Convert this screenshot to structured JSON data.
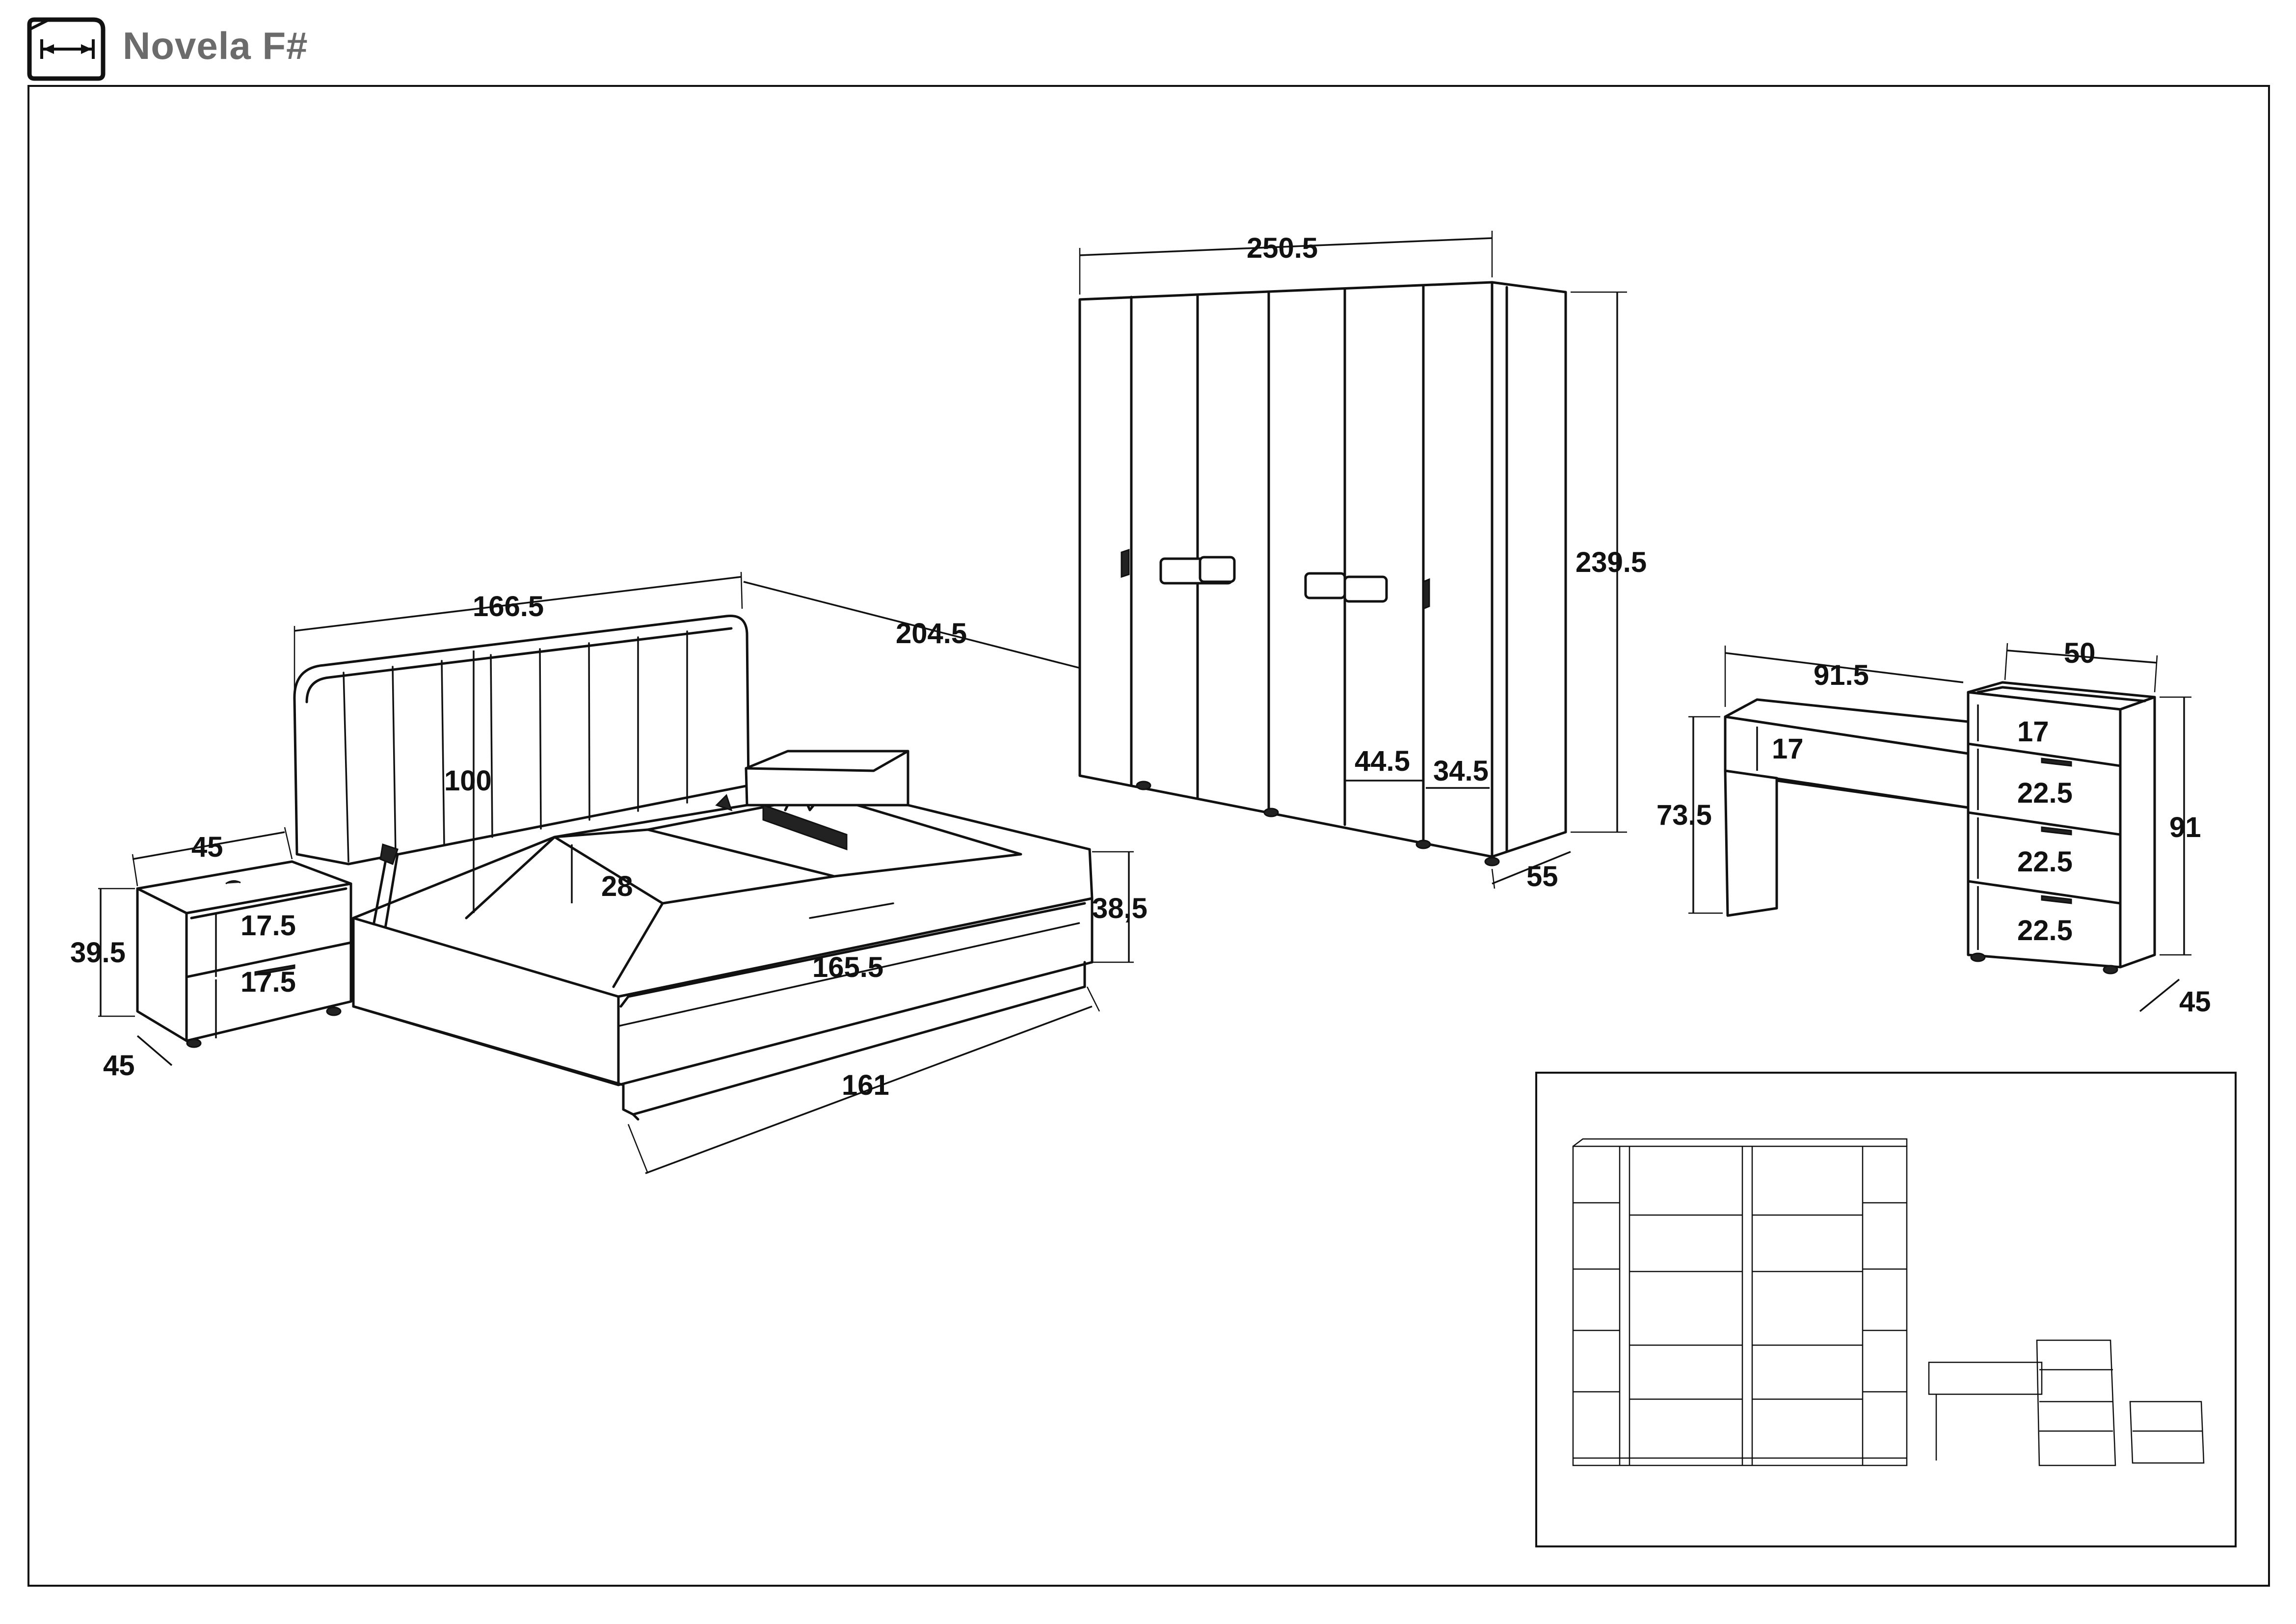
{
  "header": {
    "title": "Novela F#",
    "logo_icon": "dimension-ruler-icon"
  },
  "bed": {
    "headboard_width": "166.5",
    "length": "204.5",
    "headboard_height": "100",
    "storage_depth": "28",
    "inner_width": "165.5",
    "base_width": "161",
    "frame_height": "38,5"
  },
  "nightstand": {
    "width": "45",
    "height": "39.5",
    "drawer_top": "17.5",
    "drawer_bottom": "17.5",
    "depth": "45"
  },
  "wardrobe": {
    "width": "250.5",
    "height": "239.5",
    "door_wide": "44.5",
    "door_narrow": "34.5",
    "depth": "55"
  },
  "dressing_table": {
    "width": "91.5",
    "height": "73.5",
    "drawer": "17"
  },
  "chest": {
    "width": "50",
    "height": "91",
    "drawer_1": "17",
    "drawer_2": "22.5",
    "drawer_3": "22.5",
    "drawer_4": "22.5",
    "depth": "45"
  }
}
